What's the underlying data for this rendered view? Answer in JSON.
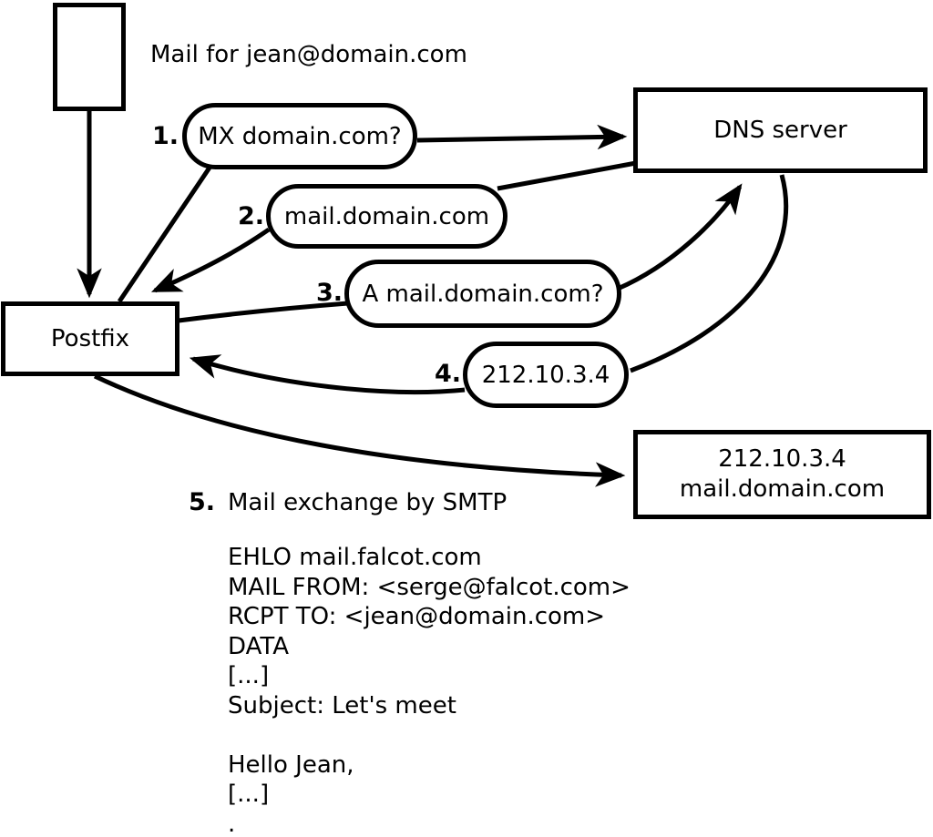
{
  "scene_title": "Mail for jean@domain.com",
  "nodes": {
    "postfix": "Postfix",
    "dns_server": "DNS server",
    "mail_server": {
      "line1": "212.10.3.4",
      "line2": "mail.domain.com"
    }
  },
  "steps": [
    {
      "num": "1.",
      "label": "MX domain.com?"
    },
    {
      "num": "2.",
      "label": "mail.domain.com"
    },
    {
      "num": "3.",
      "label": "A mail.domain.com?"
    },
    {
      "num": "4.",
      "label": "212.10.3.4"
    },
    {
      "num": "5.",
      "label": "Mail exchange by SMTP"
    }
  ],
  "smtp_session": [
    "EHLO mail.falcot.com",
    "MAIL FROM: <serge@falcot.com>",
    "RCPT TO: <jean@domain.com>",
    "DATA",
    "[...]",
    "Subject: Let's meet",
    "",
    "Hello Jean,",
    "[...]",
    "."
  ],
  "colors": {
    "ink": "#000000",
    "background": "#ffffff"
  }
}
